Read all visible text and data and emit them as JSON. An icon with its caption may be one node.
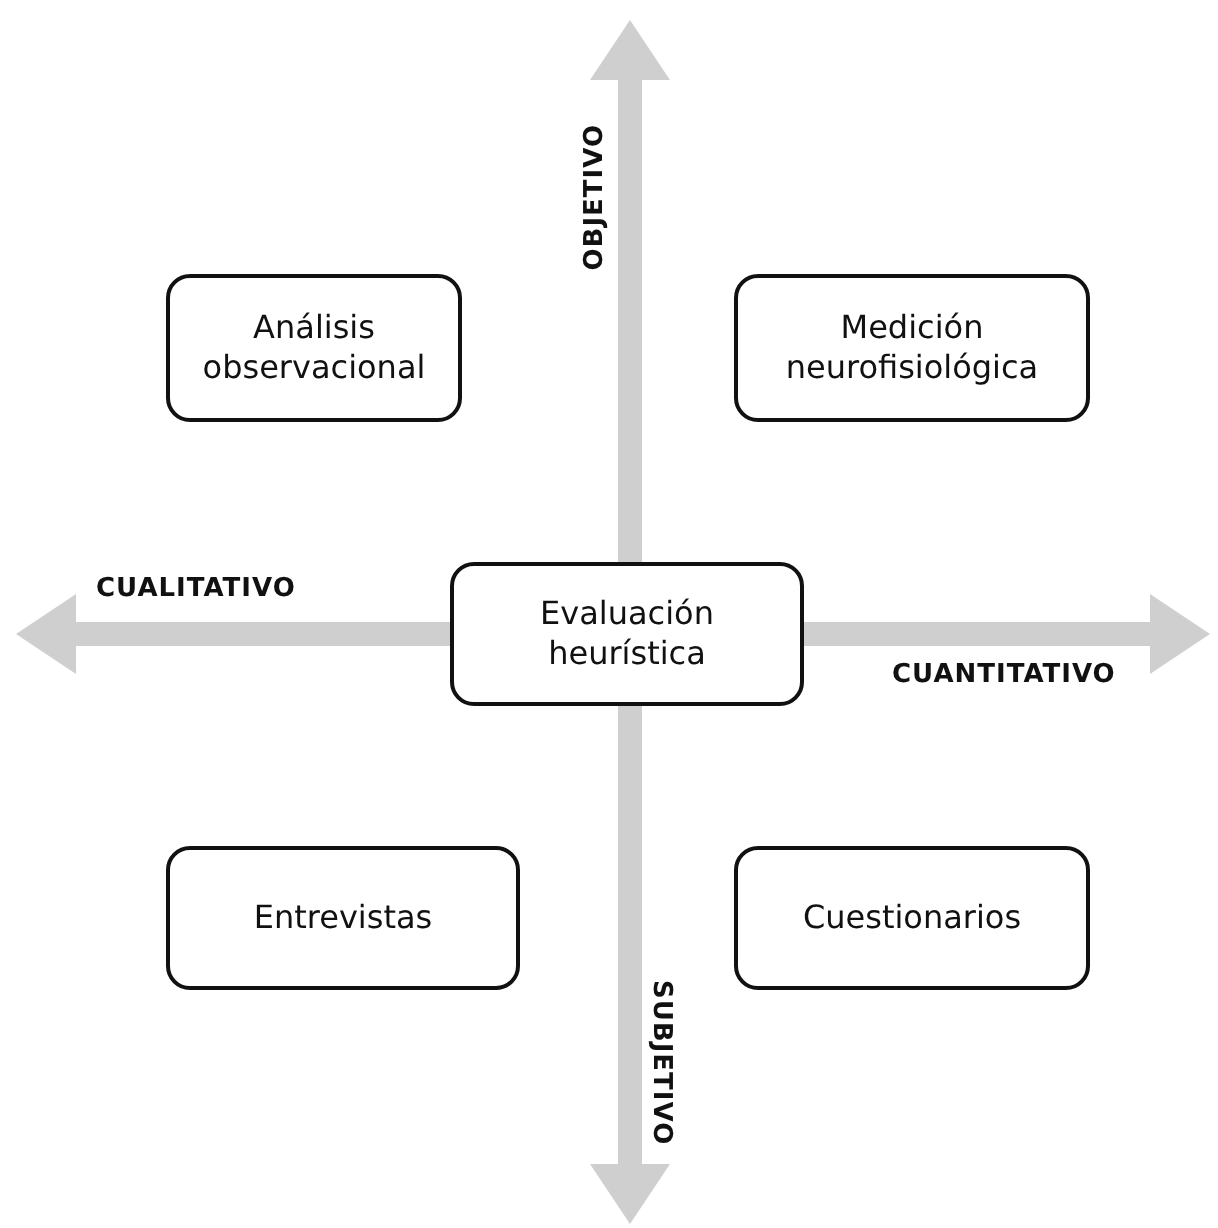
{
  "diagram": {
    "nodes": [
      {
        "text": [
          "Análisis observacional"
        ]
      },
      {
        "text": [
          "Medición neurofisiológica"
        ]
      },
      {
        "text": [
          "Evaluación heurística"
        ]
      },
      {
        "text": [
          "Entrevistas"
        ]
      },
      {
        "text": [
          "Cuestionarios"
        ]
      }
    ],
    "labels": [
      "OBJETIVO",
      "CUALITATIVO",
      "CUANTITATIVO",
      "SUBJETIVO"
    ]
  }
}
